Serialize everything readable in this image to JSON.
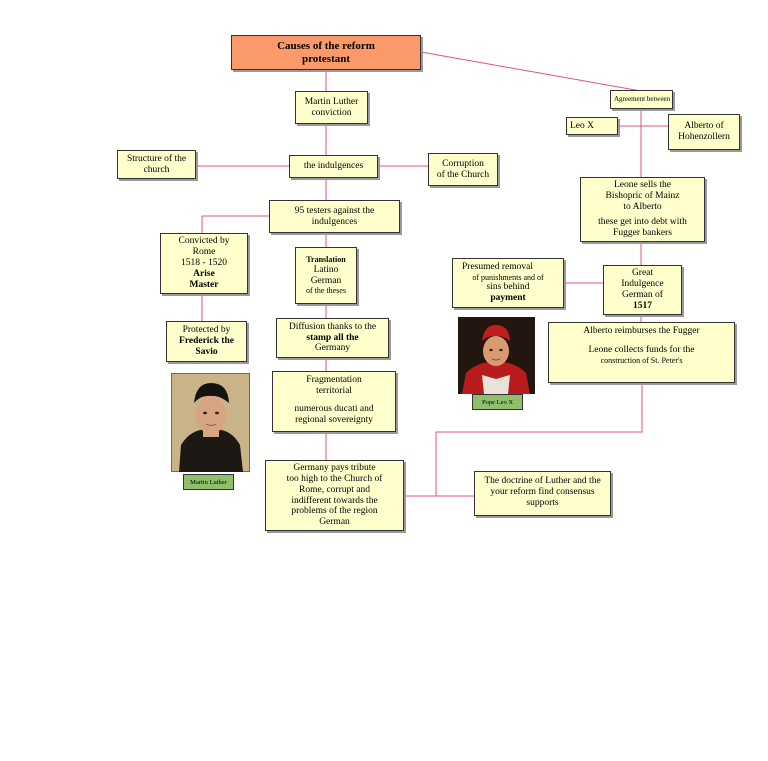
{
  "diagram": {
    "title": [
      "Causes of the reform",
      "protestant"
    ],
    "martin_luther": [
      "Martin Luther",
      "conviction"
    ],
    "agreement": [
      "Agreement between"
    ],
    "leo_x": [
      "Leo X"
    ],
    "alberto": [
      "Alberto of",
      "Hohenzollern"
    ],
    "structure": [
      "Structure of the",
      "church"
    ],
    "indulgences": [
      "the indulgences"
    ],
    "corruption": [
      "Corruption",
      "of the Church"
    ],
    "testers": [
      "95 testers against the",
      "indulgences"
    ],
    "leone_sells": [
      "Leone sells the",
      "Bishopric of Mainz",
      "to Alberto",
      "these get into debt with",
      "Fugger bankers"
    ],
    "convicted": [
      "Convicted by",
      "Rome",
      "1518 - 1520",
      "Arise",
      "Master"
    ],
    "translation": [
      "Translation",
      "Latino",
      "German",
      "of the theses"
    ],
    "presumed": [
      "Presumed removal",
      "of punishments and of",
      "sins behind",
      "payment"
    ],
    "great_indulgence": [
      "Great",
      "Indulgence",
      "German of",
      "1517"
    ],
    "protected": [
      "Protected by",
      "Frederick the",
      "Savio"
    ],
    "diffusion": [
      "Diffusion thanks to the",
      "stamp all the",
      "Germany"
    ],
    "alberto_reimburses": [
      "Alberto reimburses the Fugger",
      "Leone collects funds for the",
      "construction of St. Peter's"
    ],
    "fragmentation": [
      "Fragmentation",
      "territorial",
      "numerous ducati and",
      "regional sovereignty"
    ],
    "germany_pays": [
      "Germany pays tribute",
      "too high to the Church of",
      "Rome, corrupt and",
      "indifferent towards the",
      "problems of the region",
      "German"
    ],
    "doctrine": [
      "The doctrine of Luther and the",
      "your reform find consensus",
      "supports"
    ],
    "caption_luther": "Martin Luther",
    "caption_leo": "Pope Leo X"
  },
  "colors": {
    "connector": "#e0508a",
    "box_fill": "#ffffcc",
    "title_fill": "#fa9a6a",
    "caption_fill": "#8fbf6b"
  },
  "icons": [
    "martin-luther-portrait",
    "pope-leo-x-portrait"
  ]
}
